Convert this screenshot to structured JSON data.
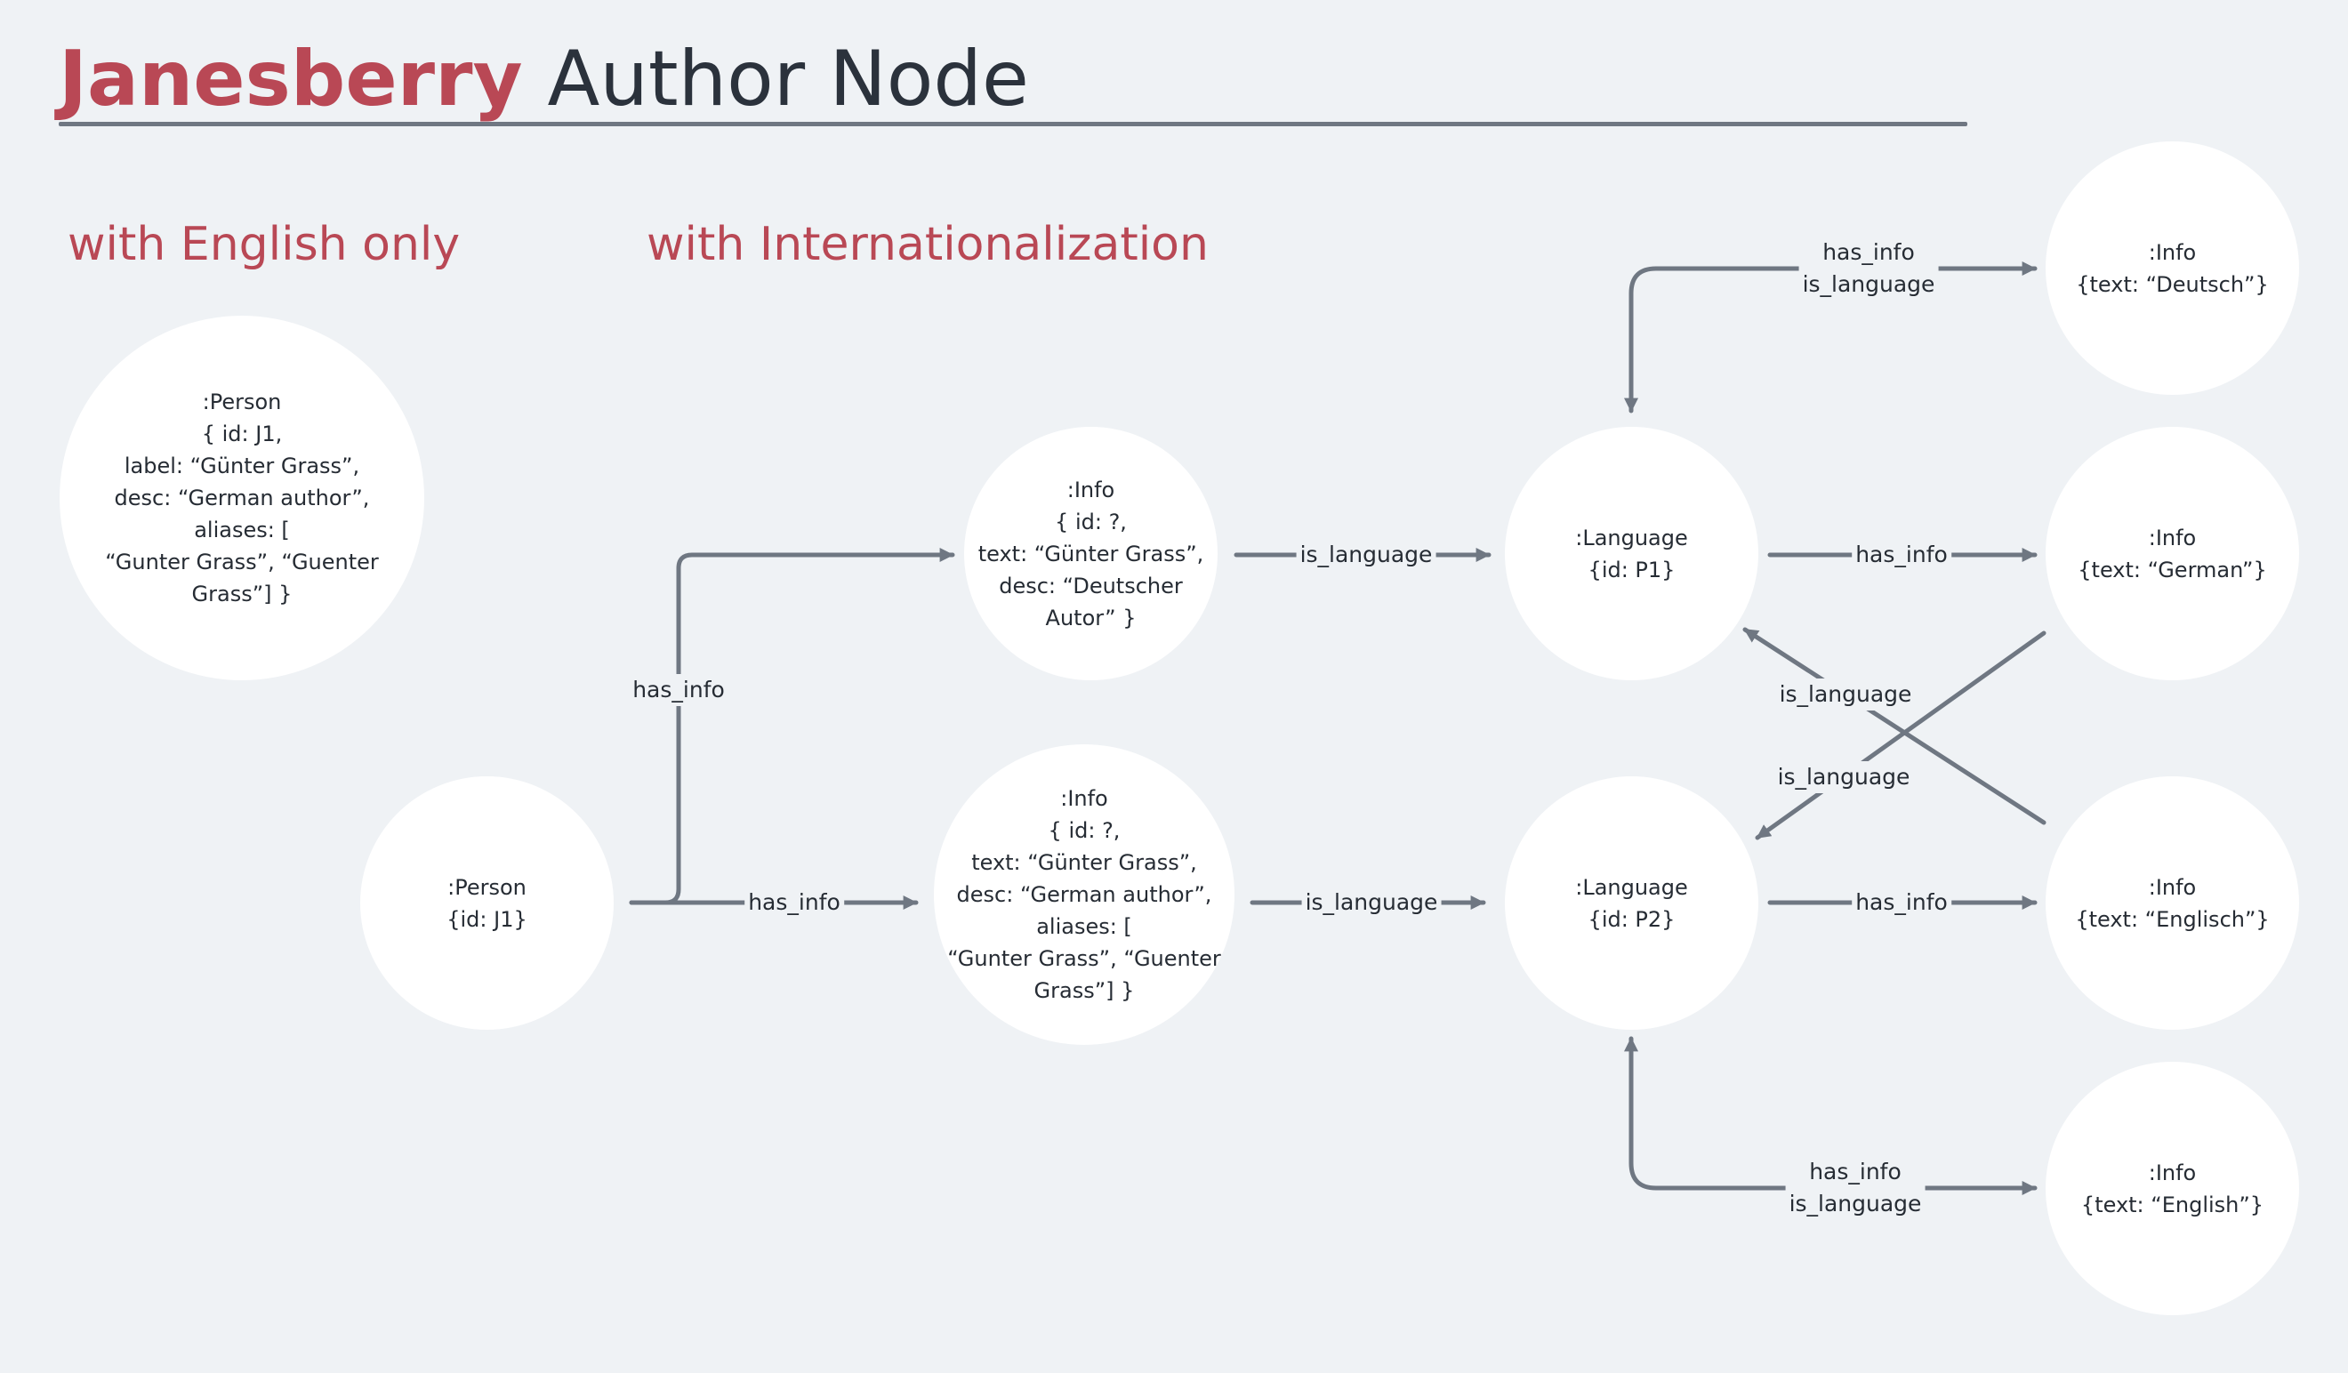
{
  "header": {
    "brand": "Janesberry",
    "title": "Author Node"
  },
  "sections": {
    "english_only": "with English only",
    "i18n": "with Internationalization"
  },
  "nodes": {
    "person_english": ":Person\n{ id: J1,\nlabel: “Günter Grass”,\ndesc: “German author”,\naliases: [\n“Gunter Grass”, “Guenter\nGrass”] }",
    "person_i18n": ":Person\n{id: J1}",
    "info_de": ":Info\n{ id: ?,\ntext: “Günter Grass”,\ndesc: “Deutscher\nAutor” }",
    "info_en": ":Info\n{ id: ?,\ntext: “Günter Grass”,\ndesc: “German author”,\naliases: [\n“Gunter Grass”, “Guenter\nGrass”] }",
    "language_p1": ":Language\n{id: P1}",
    "language_p2": ":Language\n{id: P2}",
    "info_deutsch": ":Info\n{text: “Deutsch”}",
    "info_german": ":Info\n{text: “German”}",
    "info_englisch": ":Info\n{text: “Englisch”}",
    "info_english": ":Info\n{text: “English”}"
  },
  "edges": {
    "person_has_info_upper": "has_info",
    "person_has_info_lower": "has_info",
    "info_de_is_language": "is_language",
    "info_en_is_language": "is_language",
    "p1_has_info_is_language_deutsch": "has_info\nis_language",
    "p1_has_info_german": "has_info",
    "german_is_language_p2": "is_language",
    "englisch_is_language_p1": "is_language",
    "p2_has_info_englisch": "has_info",
    "p2_has_info_is_language_english": "has_info\nis_language"
  },
  "colors": {
    "accent": "#b94855",
    "edge": "#6f7782",
    "background": "#eff2f5",
    "node": "#ffffff",
    "text": "#262c34"
  }
}
